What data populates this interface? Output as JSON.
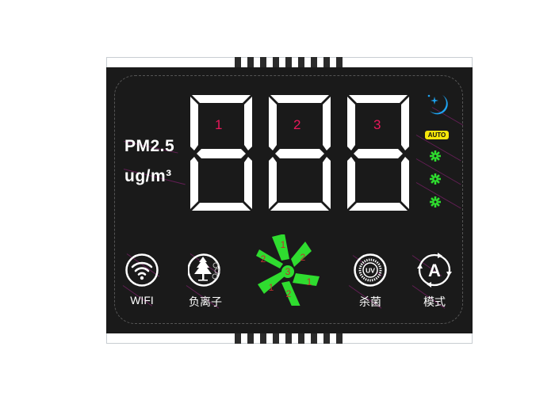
{
  "device": {
    "type": "segment-lcd-display",
    "panel_color": "#1a1a1a",
    "segment_color": "#ffffff",
    "pin_count_top": 9,
    "pin_count_bottom": 9
  },
  "left_labels": {
    "measure": "PM2.5",
    "unit": "ug/m³"
  },
  "digits": [
    {
      "index": "1",
      "color": "#e8185b"
    },
    {
      "index": "2",
      "color": "#e8185b"
    },
    {
      "index": "3",
      "color": "#e8185b"
    }
  ],
  "side_indicators": {
    "sleep_icon": "moon-star-icon",
    "sleep_color": "#1ea3f0",
    "auto_label": "AUTO",
    "auto_color": "#f5e60a",
    "fan_speed_icons": [
      "fan-speed-1-icon",
      "fan-speed-2-icon",
      "fan-speed-3-icon"
    ],
    "fan_speed_color": "#2fdc2f"
  },
  "fan": {
    "icon": "fan-blades-icon",
    "color": "#2fdc2f",
    "blade_labels": [
      "1",
      "2",
      "2",
      "1",
      "2",
      "1"
    ],
    "center_label": "3",
    "label_color": "#c03030"
  },
  "buttons": [
    {
      "label": "WIFI",
      "icon": "wifi-icon"
    },
    {
      "label": "负离子",
      "icon": "anion-tree-icon"
    },
    {
      "label": "杀菌",
      "icon": "uv-sterilize-icon",
      "icon_text": "UV"
    },
    {
      "label": "模式",
      "icon": "mode-auto-icon",
      "icon_text": "A"
    }
  ]
}
